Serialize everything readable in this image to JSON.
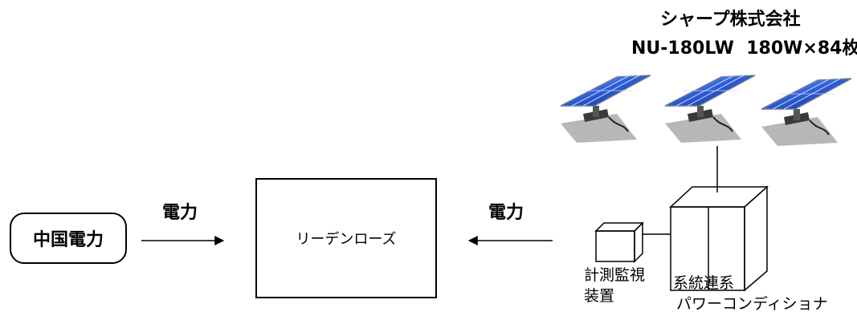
{
  "manufacturer": {
    "company": "シャープ株式会社",
    "model_line": "NU-180LW  180W×84枚"
  },
  "nodes": {
    "utility": "中国電力",
    "facility": "リーデンローズ",
    "monitor_line1": "計測監視",
    "monitor_line2": "装置",
    "inverter_line1": "系統連系",
    "inverter_line2": "パワーコンディショナ"
  },
  "edges": {
    "left_power": "電力",
    "right_power": "電力"
  },
  "icons": [
    "solar-panel-icon",
    "solar-panel-icon",
    "solar-panel-icon",
    "cube-icon",
    "cube-icon"
  ]
}
